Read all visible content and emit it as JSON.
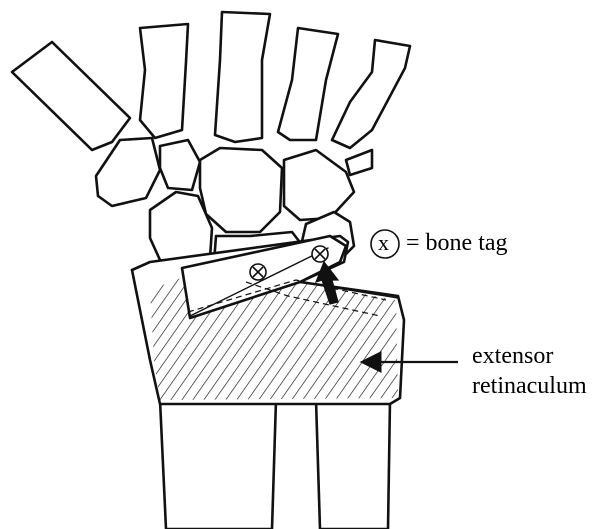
{
  "legend": {
    "tag_symbol": "x",
    "tag_text": "= bone tag"
  },
  "annotation": {
    "line1": "extensor",
    "line2": "retinaculum"
  },
  "colors": {
    "ink": "#111111",
    "paper": "#ffffff"
  }
}
